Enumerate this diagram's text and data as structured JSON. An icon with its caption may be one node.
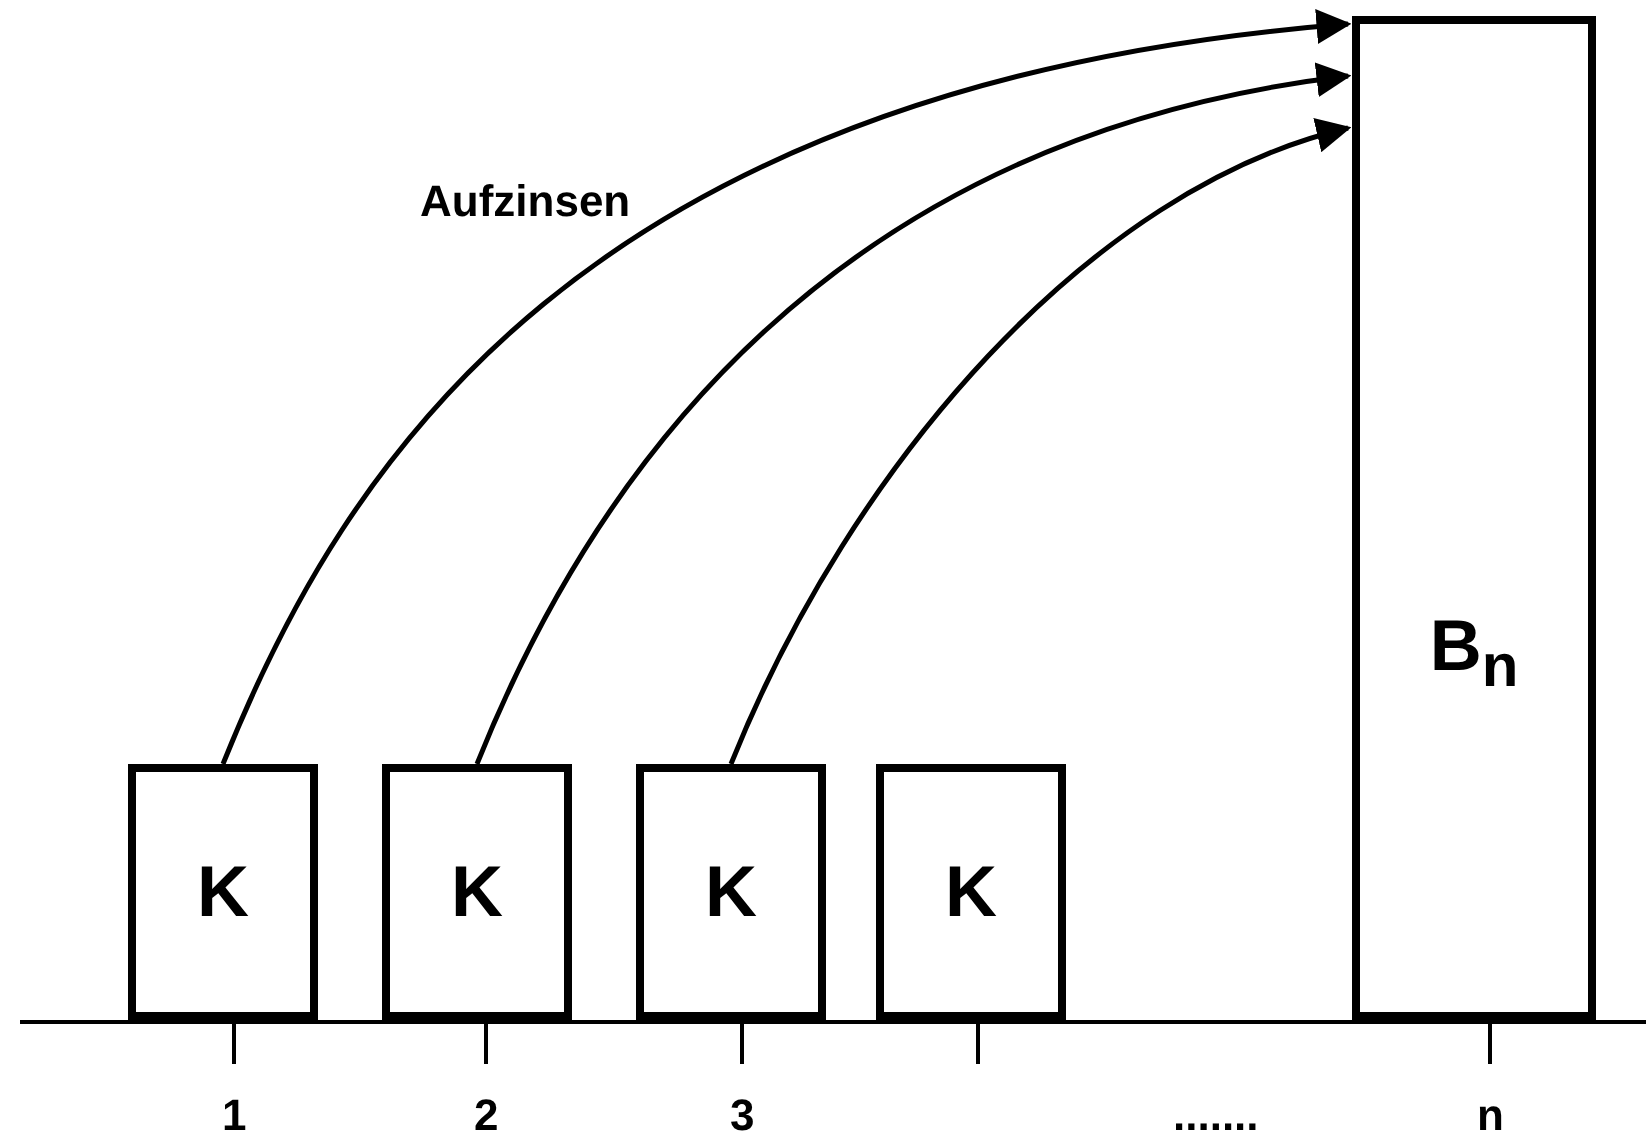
{
  "diagram": {
    "nodes": [
      {
        "text": [
          "K"
        ]
      },
      {
        "text": [
          "K"
        ]
      },
      {
        "text": [
          "K"
        ]
      },
      {
        "text": [
          "K"
        ]
      },
      {
        "text": [
          "B$_{n}$"
        ]
      }
    ],
    "edges": [
      {
        "from": 0,
        "to": 4,
        "arrow": "to"
      },
      {
        "from": 1,
        "to": 4,
        "arrow": "to"
      },
      {
        "from": 2,
        "to": 4,
        "arrow": "to"
      }
    ],
    "labels": [
      "Aufzinsen",
      "1",
      "2",
      "3",
      ".......",
      "n"
    ]
  }
}
